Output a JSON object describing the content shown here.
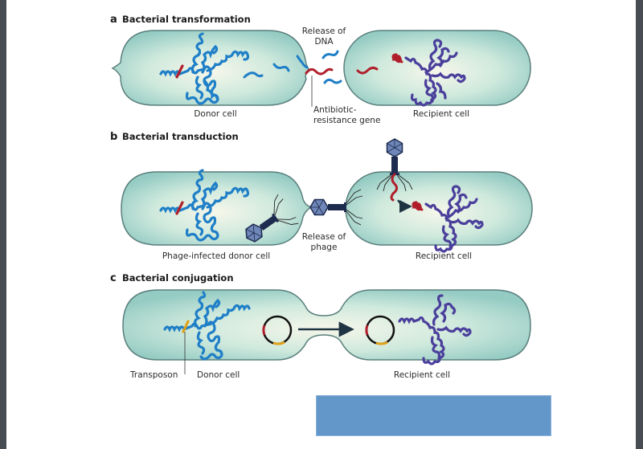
{
  "colors": {
    "cell_fill": "#a9d7cf",
    "cell_center": "#f4f6e8",
    "cell_stroke": "#5a7f7c",
    "donor_dna": "#1f7fc7",
    "recipient_dna": "#4b3f9c",
    "resistance_gene": "#b01e2b",
    "transposon": "#e0a21a",
    "phage": "#1d2b4f",
    "phage_head": "#6f86b8",
    "arrow": "#1f3442",
    "overlay_box": "#6396c9"
  },
  "panels": {
    "a": {
      "letter": "a",
      "title": "Bacterial transformation",
      "labels": {
        "donor": "Donor cell",
        "recipient": "Recipient cell",
        "release_line1": "Release of",
        "release_line2": "DNA",
        "gene_line1": "Antibiotic-",
        "gene_line2": "resistance gene"
      }
    },
    "b": {
      "letter": "b",
      "title": "Bacterial transduction",
      "labels": {
        "donor": "Phage-infected donor cell",
        "recipient": "Recipient cell",
        "release_line1": "Release of",
        "release_line2": "phage"
      }
    },
    "c": {
      "letter": "c",
      "title": "Bacterial conjugation",
      "labels": {
        "transposon": "Transposon",
        "donor": "Donor cell",
        "recipient": "Recipient cell"
      }
    }
  }
}
